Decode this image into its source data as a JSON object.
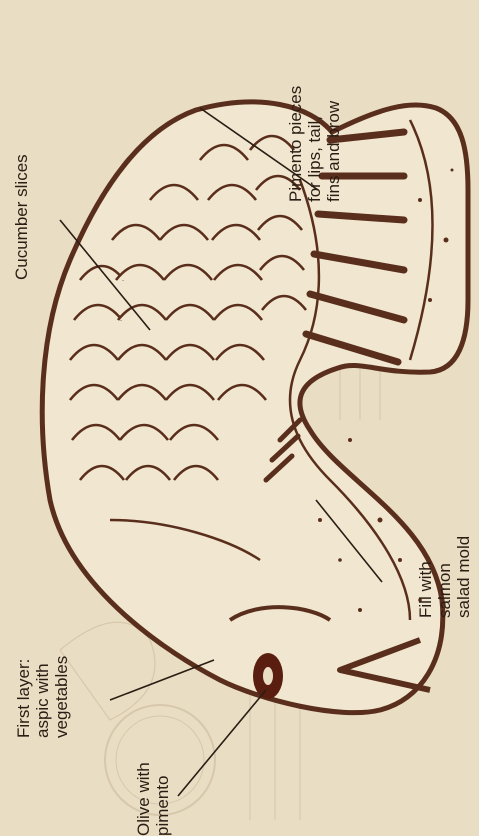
{
  "labels": {
    "pimento": [
      "Pimento pieces",
      "for lips, tail,",
      "fins and brow"
    ],
    "cucumber": [
      "Cucumber slices"
    ],
    "first_layer": [
      "First layer:",
      "aspic with",
      "vegetables"
    ],
    "olive": [
      "Olive with",
      "pimento"
    ],
    "fill": [
      "Fill with",
      "salmon",
      "salad mold"
    ]
  },
  "colors": {
    "paper": "#e9ddc3",
    "ink": "#5a2e1c",
    "fill": "#f1e6cf",
    "olive": "#5a1e10"
  }
}
